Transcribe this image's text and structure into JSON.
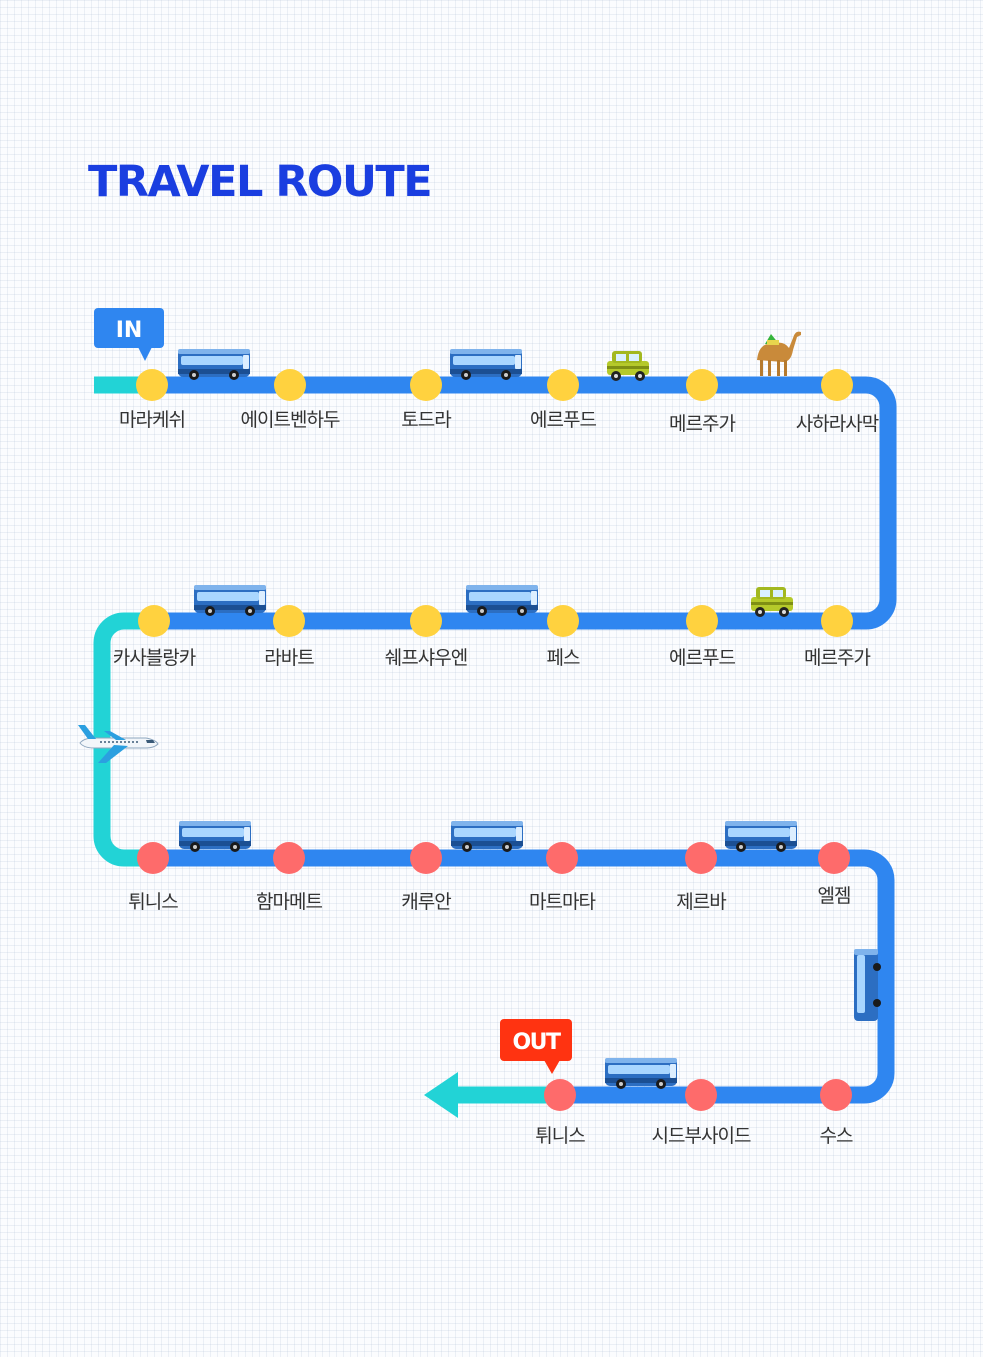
{
  "title": "TRAVEL ROUTE",
  "markers": {
    "in": "IN",
    "out": "OUT"
  },
  "colors": {
    "title": "#1a3ee0",
    "route": "#2f86f0",
    "route_land": "#22d3d6",
    "stop_north": "#ffd23f",
    "stop_south": "#fe6b6b",
    "in_marker": "#2f86f0",
    "out_marker": "#ff3311"
  },
  "stops": [
    {
      "name": "마라케쉬",
      "group": "north"
    },
    {
      "name": "에이트벤하두",
      "group": "north"
    },
    {
      "name": "토드라",
      "group": "north"
    },
    {
      "name": "에르푸드",
      "group": "north"
    },
    {
      "name": "메르주가",
      "group": "north"
    },
    {
      "name": "사하라사막",
      "group": "north"
    },
    {
      "name": "메르주가",
      "group": "north"
    },
    {
      "name": "에르푸드",
      "group": "north"
    },
    {
      "name": "페스",
      "group": "north"
    },
    {
      "name": "쉐프샤우엔",
      "group": "north"
    },
    {
      "name": "라바트",
      "group": "north"
    },
    {
      "name": "카사블랑카",
      "group": "north"
    },
    {
      "name": "튀니스",
      "group": "south"
    },
    {
      "name": "함마메트",
      "group": "south"
    },
    {
      "name": "캐루안",
      "group": "south"
    },
    {
      "name": "마트마타",
      "group": "south"
    },
    {
      "name": "제르바",
      "group": "south"
    },
    {
      "name": "엘젬",
      "group": "south"
    },
    {
      "name": "수스",
      "group": "south"
    },
    {
      "name": "시드부사이드",
      "group": "south"
    },
    {
      "name": "튀니스",
      "group": "south"
    }
  ],
  "vehicles": [
    {
      "type": "bus-icon",
      "segment": "마라케쉬-에이트벤하두"
    },
    {
      "type": "bus-icon",
      "segment": "토드라-에르푸드"
    },
    {
      "type": "jeep-icon",
      "segment": "에르푸드-메르주가"
    },
    {
      "type": "camel-icon",
      "segment": "메르주가-사하라사막"
    },
    {
      "type": "jeep-icon",
      "segment": "메르주가-에르푸드"
    },
    {
      "type": "bus-icon",
      "segment": "페스-쉐프샤우엔"
    },
    {
      "type": "bus-icon",
      "segment": "라바트-카사블랑카"
    },
    {
      "type": "airplane-icon",
      "segment": "카사블랑카-튀니스"
    },
    {
      "type": "bus-icon",
      "segment": "튀니스-함마메트"
    },
    {
      "type": "bus-icon",
      "segment": "캐루안-마트마타"
    },
    {
      "type": "bus-icon",
      "segment": "제르바-엘젬"
    },
    {
      "type": "bus-icon",
      "segment": "엘젬-수스"
    },
    {
      "type": "bus-icon",
      "segment": "시드부사이드-튀니스"
    }
  ]
}
